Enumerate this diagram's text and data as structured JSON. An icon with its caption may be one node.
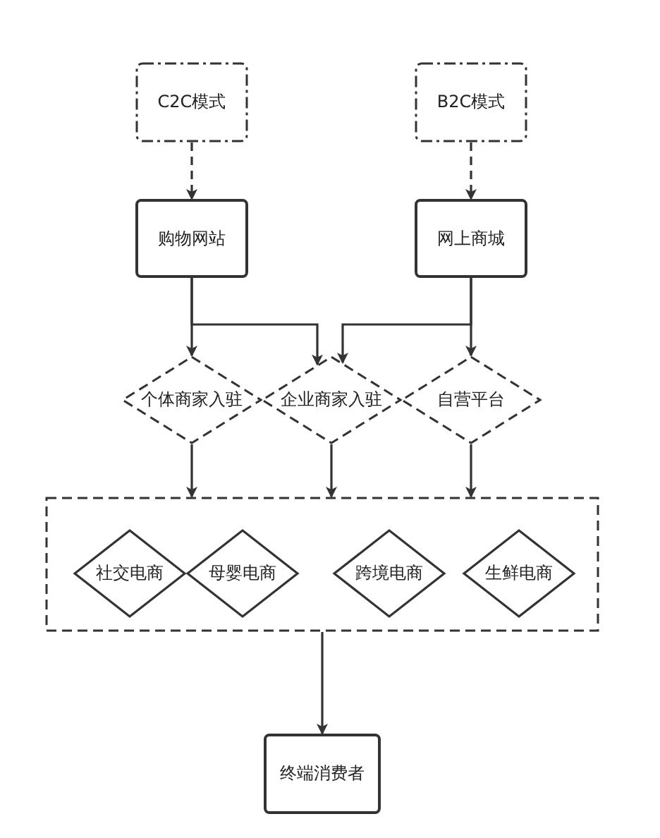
{
  "diagram": {
    "nodes": [
      {
        "text": [
          "C2C模式"
        ]
      },
      {
        "text": [
          "B2C模式"
        ]
      },
      {
        "text": [
          "购物网站"
        ]
      },
      {
        "text": [
          "网上商城"
        ]
      },
      {
        "text": [
          "个体商家入驻"
        ]
      },
      {
        "text": [
          "企业商家入驻"
        ]
      },
      {
        "text": [
          "自营平台"
        ]
      },
      {
        "text": [],
        "shape": "box"
      },
      {
        "text": [
          "社交电商"
        ],
        "in": 7
      },
      {
        "text": [
          "母婴电商"
        ],
        "in": 7
      },
      {
        "text": [
          "跨境电商"
        ],
        "in": 7
      },
      {
        "text": [
          "生鲜电商"
        ],
        "in": 7
      },
      {
        "text": [
          "终端消费者"
        ]
      }
    ],
    "edges": [
      {
        "from": 0,
        "to": 2,
        "arrow": "to",
        "style": "dashed"
      },
      {
        "from": 1,
        "to": 3,
        "arrow": "to",
        "style": "dashed"
      },
      {
        "from": 2,
        "to": 4,
        "arrow": "to"
      },
      {
        "from": 2,
        "to": 5,
        "arrow": "to"
      },
      {
        "from": 3,
        "to": 5,
        "arrow": "to"
      },
      {
        "from": 3,
        "to": 6,
        "arrow": "to"
      },
      {
        "from": 4,
        "to": 7,
        "arrow": "to"
      },
      {
        "from": 5,
        "to": 7,
        "arrow": "to"
      },
      {
        "from": 6,
        "to": 7,
        "arrow": "to"
      },
      {
        "from": 7,
        "to": 12,
        "arrow": "to"
      }
    ]
  }
}
